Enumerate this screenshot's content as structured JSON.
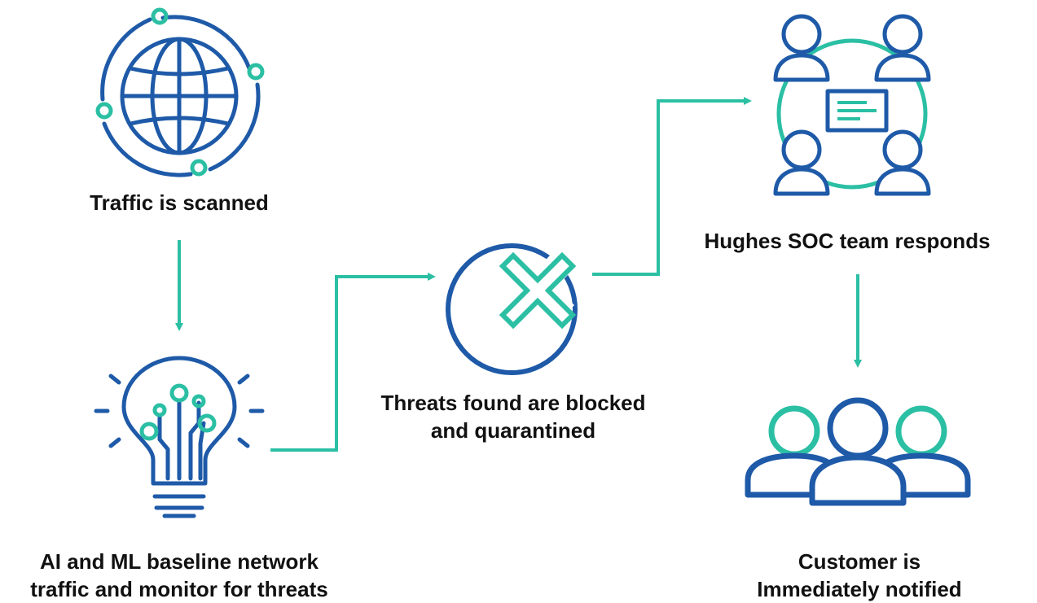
{
  "colors": {
    "blue": "#1e5aa8",
    "teal": "#2bbfa4",
    "text": "#111111"
  },
  "steps": [
    {
      "id": "scan",
      "icon": "globe-icon",
      "lines": [
        "Traffic is scanned"
      ]
    },
    {
      "id": "ai",
      "icon": "lightbulb-icon",
      "lines": [
        "AI and ML baseline network",
        "traffic and monitor for threats"
      ]
    },
    {
      "id": "threats",
      "icon": "blocked-icon",
      "lines": [
        "Threats found are blocked",
        "and quarantined"
      ]
    },
    {
      "id": "soc",
      "icon": "team-meeting-icon",
      "lines": [
        "Hughes SOC team responds"
      ]
    },
    {
      "id": "cust",
      "icon": "customers-icon",
      "lines": [
        "Customer is",
        "Immediately notified"
      ]
    }
  ]
}
